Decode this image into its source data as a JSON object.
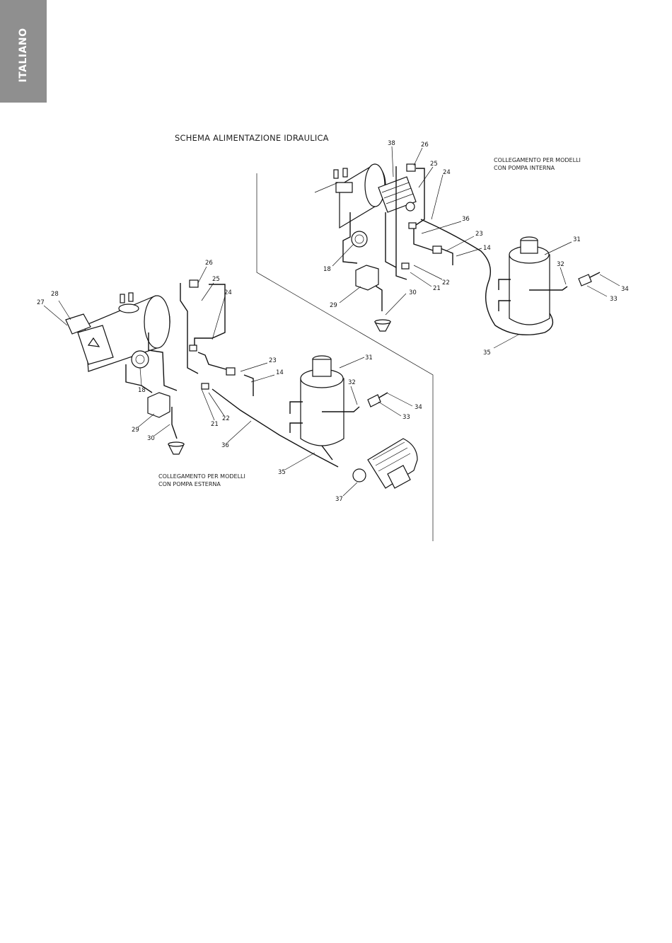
{
  "side_tab": {
    "label": "ITALIANO"
  },
  "title": "SCHEMA ALIMENTAZIONE IDRAULICA",
  "note_internal": {
    "line1": "COLLEGAMENTO PER MODELLI",
    "line2": "CON POMPA INTERNA"
  },
  "note_external": {
    "line1": "COLLEGAMENTO PER MODELLI",
    "line2": "CON POMPA ESTERNA"
  },
  "labels_internal": [
    "38",
    "26",
    "25",
    "24",
    "36",
    "23",
    "14",
    "31",
    "32",
    "34",
    "33",
    "35",
    "30",
    "29",
    "21",
    "22",
    "18"
  ],
  "labels_external": [
    "28",
    "27",
    "26",
    "25",
    "24",
    "23",
    "14",
    "31",
    "32",
    "34",
    "33",
    "18",
    "29",
    "30",
    "21",
    "22",
    "36",
    "35",
    "37"
  ]
}
